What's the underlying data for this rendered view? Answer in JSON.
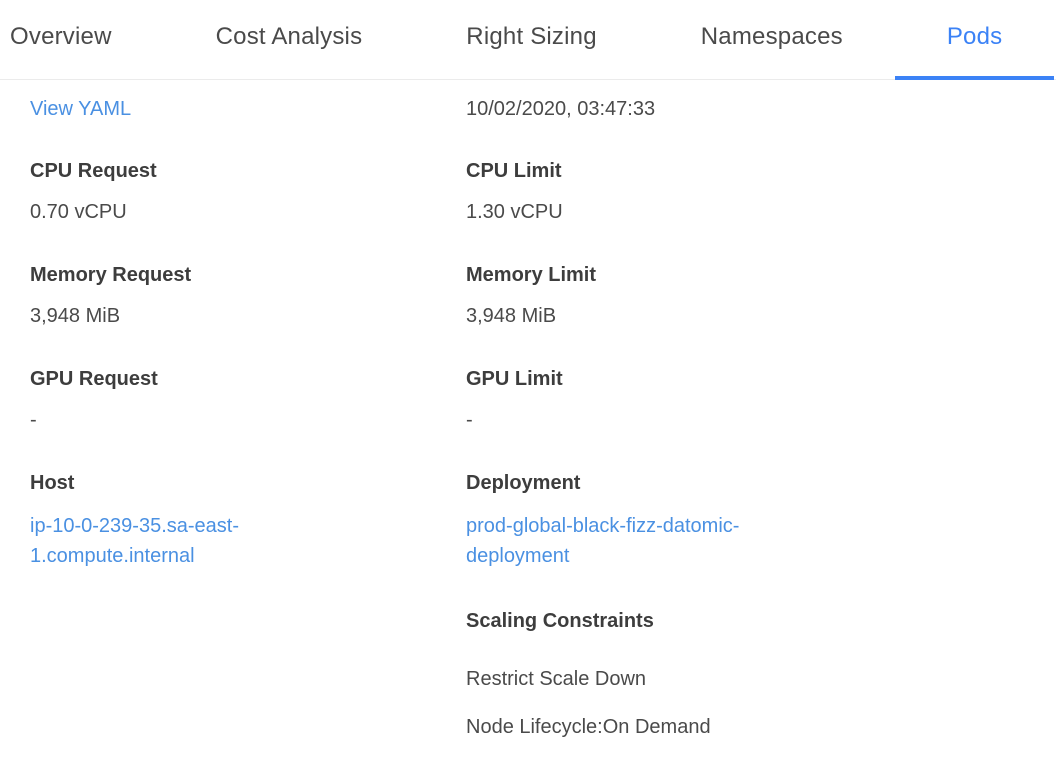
{
  "colors": {
    "accent_blue": "#3b82f6",
    "link_blue": "#4a90e2",
    "label_dark": "#3d3d3d",
    "body_text": "#4a4a4a",
    "divider": "#ebebeb"
  },
  "tabs": {
    "items": [
      {
        "label": "Overview",
        "active": false
      },
      {
        "label": "Cost Analysis",
        "active": false
      },
      {
        "label": "Right Sizing",
        "active": false
      },
      {
        "label": "Namespaces",
        "active": false
      },
      {
        "label": "Pods",
        "active": true
      }
    ]
  },
  "details": {
    "view_yaml_label": "View YAML",
    "timestamp": "10/02/2020, 03:47:33",
    "left_fields": [
      {
        "label": "CPU Request",
        "value": "0.70 vCPU"
      },
      {
        "label": "Memory Request",
        "value": "3,948 MiB"
      },
      {
        "label": "GPU Request",
        "value": "-"
      },
      {
        "label": "Host",
        "value": "ip-10-0-239-35.sa-east-1.compute.internal"
      }
    ],
    "right_fields": [
      {
        "label": "CPU Limit",
        "value": "1.30 vCPU"
      },
      {
        "label": "Memory Limit",
        "value": "3,948 MiB"
      },
      {
        "label": "GPU Limit",
        "value": "-"
      },
      {
        "label": "Deployment",
        "value": "prod-global-black-fizz-datomic-deployment"
      }
    ],
    "scaling": {
      "title": "Scaling Constraints",
      "items": [
        "Restrict Scale Down",
        "Node Lifecycle:On Demand"
      ]
    }
  }
}
